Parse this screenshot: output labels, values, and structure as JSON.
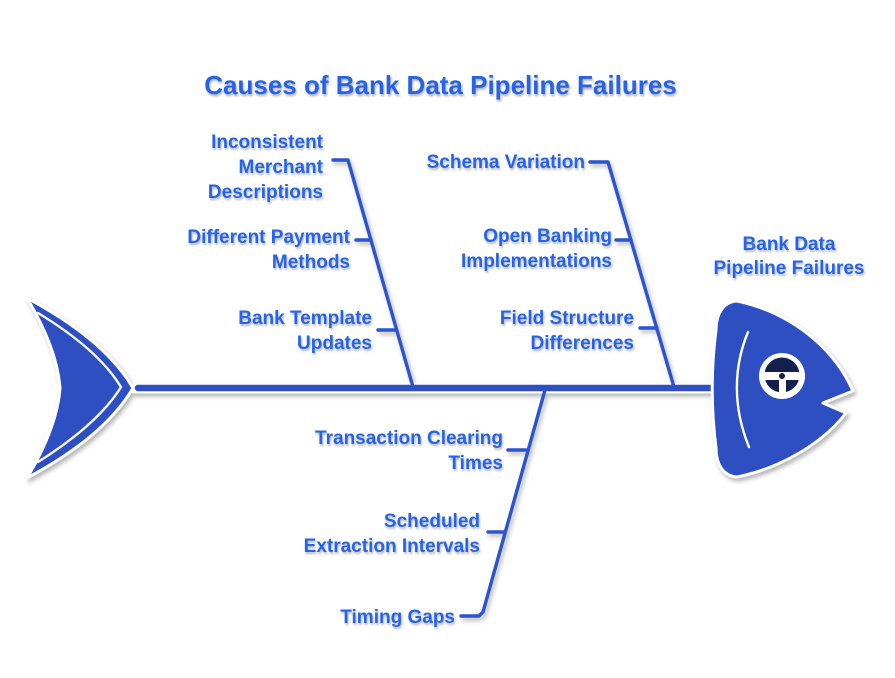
{
  "title": "Causes of Bank Data Pipeline Failures",
  "effect": {
    "text": "Bank Data\nPipeline Failures"
  },
  "causes": [
    {
      "text": "Inconsistent\nMerchant\nDescriptions"
    },
    {
      "text": "Different Payment\nMethods"
    },
    {
      "text": "Bank Template\nUpdates"
    },
    {
      "text": "Schema Variation"
    },
    {
      "text": "Open Banking\nImplementations"
    },
    {
      "text": "Field Structure\nDifferences"
    },
    {
      "text": "Transaction Clearing\nTimes"
    },
    {
      "text": "Scheduled\nExtraction Intervals"
    },
    {
      "text": "Timing Gaps"
    }
  ],
  "diagram": {
    "type": "fishbone",
    "branches": {
      "top_left": [
        "Inconsistent Merchant Descriptions",
        "Different Payment Methods",
        "Bank Template Updates"
      ],
      "top_right": [
        "Schema Variation",
        "Open Banking Implementations",
        "Field Structure Differences"
      ],
      "bottom": [
        "Transaction Clearing Times",
        "Scheduled Extraction Intervals",
        "Timing Gaps"
      ]
    },
    "icons": [
      "fish-tail-icon",
      "fish-head-icon",
      "fish-eye-icon"
    ]
  },
  "colors": {
    "text_blue": "#2563eb",
    "line_blue": "#2b55cf",
    "shape_blue": "#2e4fc2",
    "eye_dark": "#13204e",
    "background": "#ffffff"
  }
}
